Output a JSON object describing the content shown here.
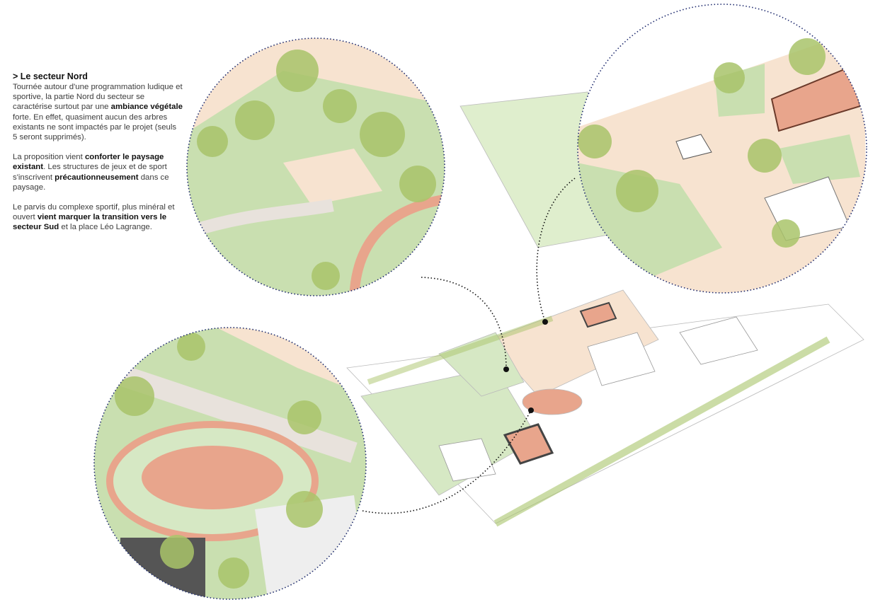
{
  "heading": "> Le secteur Nord",
  "paragraphs": [
    [
      {
        "t": "Tournée autour d'une programmation ludique et sportive, la partie Nord du secteur se caractérise surtout par une ",
        "b": false
      },
      {
        "t": "ambiance végétale",
        "b": true
      },
      {
        "t": " forte. En effet, quasiment aucun des arbres existants ne sont impactés par le projet (seuls 5 seront supprimés).",
        "b": false
      }
    ],
    [
      {
        "t": "La proposition vient ",
        "b": false
      },
      {
        "t": "conforter le paysage existant",
        "b": true
      },
      {
        "t": ". Les structures de jeux et de sport s'inscrivent ",
        "b": false
      },
      {
        "t": "précautionneusement",
        "b": true
      },
      {
        "t": " dans ce paysage.",
        "b": false
      }
    ],
    [
      {
        "t": "Le parvis du complexe sportif, plus minéral et ouvert ",
        "b": false
      },
      {
        "t": "vient marquer la transition vers le secteur Sud",
        "b": true
      },
      {
        "t": " et la place Léo Lagrange.",
        "b": false
      }
    ]
  ],
  "colors": {
    "green": "#c9dfb0",
    "tree": "#a9c46a",
    "peach": "#f7e3d0",
    "track": "#e8a58c",
    "dots": "#1e2a6e"
  }
}
